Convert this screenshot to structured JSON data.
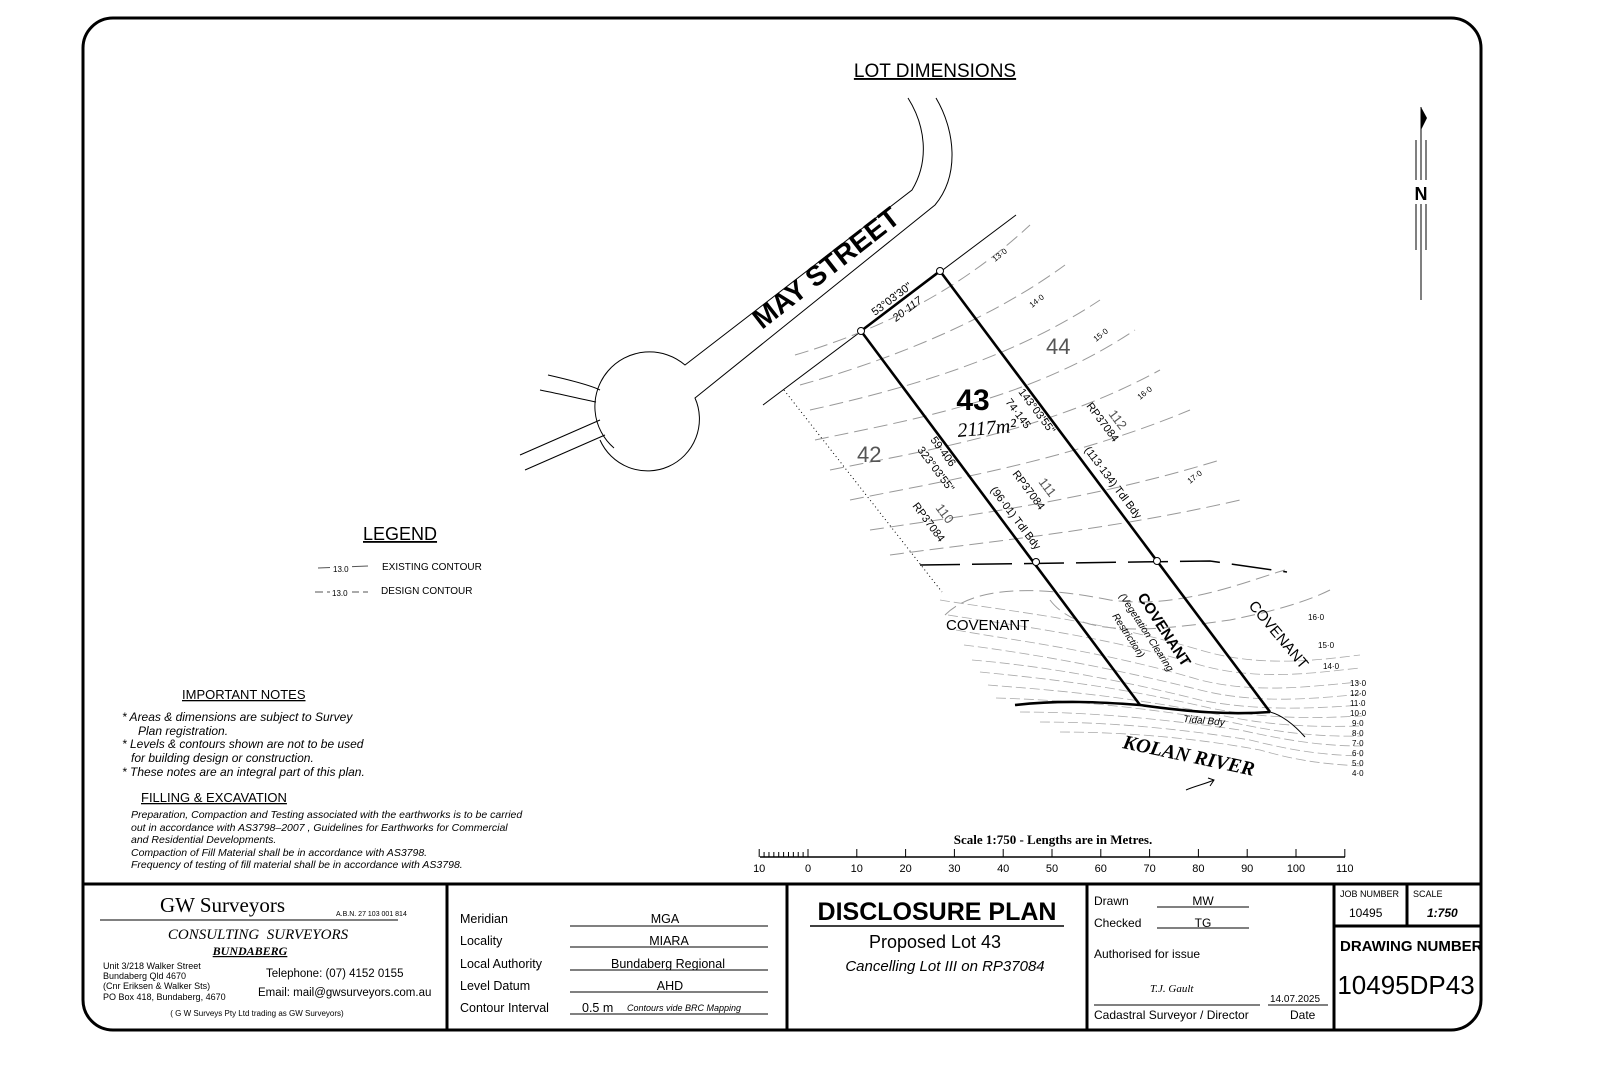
{
  "plan": {
    "title": "LOT DIMENSIONS",
    "street": "MAY STREET",
    "lot_number": "43",
    "lot_area": "2117m²",
    "front_bearing": "53°03'30\"",
    "front_distance": "20·117",
    "left_bearing": "323°03'55\"",
    "left_distance": "59·406",
    "left_tidal": "(96·01) Tdl Bdy",
    "right_bearing": "143°03'55\"",
    "right_distance": "74·145",
    "right_tidal": "(113·134) Tdl Bdy",
    "lot_42": "42",
    "lot_44": "44",
    "lot_110": "110",
    "lot_111": "111",
    "lot_112": "112",
    "rp": "RP37084",
    "covenant": "COVENANT",
    "covenant_sub1": "(Vegetation Clearing",
    "covenant_sub2": "Restriction)",
    "tidal_bdy": "Tidal Bdy",
    "river": "KOLAN RIVER",
    "contours_top": [
      "13·0",
      "14·0",
      "15·0",
      "16·0",
      "17·0"
    ],
    "contours_right": [
      "16·0",
      "15·0",
      "14·0",
      "13·0",
      "12·0",
      "11·0",
      "10·0",
      "9·0",
      "8·0",
      "7·0",
      "6·0",
      "5·0",
      "4·0"
    ],
    "north": "N"
  },
  "legend": {
    "title": "LEGEND",
    "existing_sample": "13.0",
    "existing_label": "EXISTING CONTOUR",
    "design_sample": "13.0",
    "design_label": "DESIGN CONTOUR"
  },
  "notes": {
    "title": "IMPORTANT NOTES",
    "items": [
      "* Areas & dimensions are subject to Survey",
      "Plan registration.",
      "* Levels & contours shown are not to be used",
      "for building design or construction.",
      "* These notes are an integral part of this plan."
    ],
    "fill_title": "FILLING & EXCAVATION",
    "fill_lines": [
      "Preparation, Compaction and Testing associated with the earthworks is to be carried",
      "out in accordance with AS3798–2007 , Guidelines for Earthworks for Commercial",
      "and Residential Developments.",
      "Compaction of Fill Material shall be in accordance with AS3798.",
      "Frequency of testing of fill material shall be in accordance with AS3798."
    ]
  },
  "scale_bar": {
    "caption": "Scale 1:750 - Lengths are in Metres.",
    "ticks": [
      "10",
      "0",
      "10",
      "20",
      "30",
      "40",
      "50",
      "60",
      "70",
      "80",
      "90",
      "100",
      "110"
    ]
  },
  "title_block": {
    "company": "GW Surveyors",
    "abn": "A.B.N. 27 103 001 814",
    "tagline": "CONSULTING  SURVEYORS",
    "city": "BUNDABERG",
    "address": [
      "Unit 3/218 Walker Street",
      "Bundaberg Qld 4670",
      "(Cnr Eriksen & Walker Sts)",
      "PO Box 418, Bundaberg, 4670"
    ],
    "telephone": "Telephone:  (07) 4152 0155",
    "email": "Email: mail@gwsurveyors.com.au",
    "trading": "( G W Surveys Pty Ltd trading as GW Surveyors)",
    "fields": [
      {
        "label": "Meridian",
        "value": "MGA"
      },
      {
        "label": "Locality",
        "value": "MIARA"
      },
      {
        "label": "Local Authority",
        "value": "Bundaberg Regional"
      },
      {
        "label": "Level Datum",
        "value": "AHD"
      },
      {
        "label": "Contour Interval",
        "value": "0.5 m",
        "note": "Contours vide BRC Mapping"
      }
    ],
    "plan_title": "DISCLOSURE PLAN",
    "plan_subtitle": "Proposed Lot 43",
    "plan_cancel": "Cancelling Lot III on RP37084",
    "drawn_label": "Drawn",
    "drawn": "MW",
    "checked_label": "Checked",
    "checked": "TG",
    "authorised": "Authorised for issue",
    "signature": "T.J. Gault",
    "date": "14.07.2025",
    "signer_label": "Cadastral Surveyor / Director",
    "date_label": "Date",
    "job_label": "JOB NUMBER",
    "job": "10495",
    "scale_label": "SCALE",
    "scale": "1:750",
    "drawing_label": "DRAWING NUMBER",
    "drawing": "10495DP43"
  }
}
